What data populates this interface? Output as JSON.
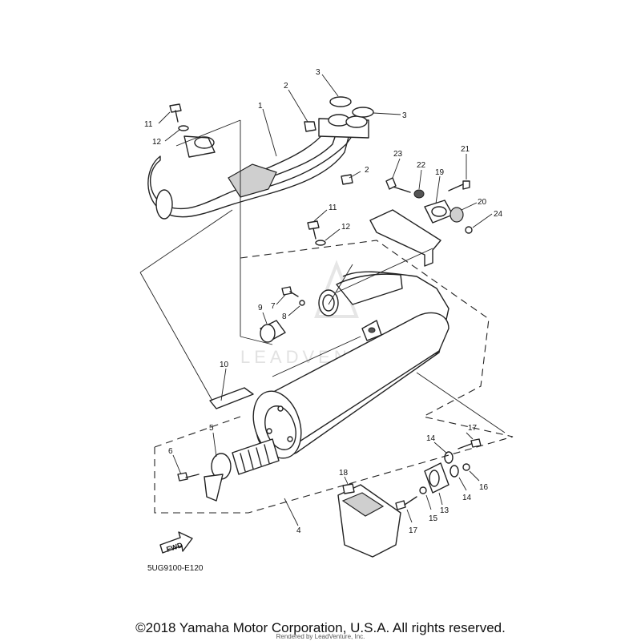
{
  "watermark": "LEADVENTURE",
  "diagram_code": "5UG9100-E120",
  "fwd_label": "FWD",
  "copyright": "©2018 Yamaha Motor Corporation, U.S.A. All rights reserved.",
  "rendered_by": "Rendered by LeadVenture, Inc.",
  "callouts": [
    "1",
    "2",
    "2",
    "3",
    "3",
    "4",
    "5",
    "6",
    "7",
    "8",
    "9",
    "10",
    "11",
    "12",
    "11",
    "12",
    "13",
    "14",
    "14",
    "15",
    "16",
    "17",
    "17",
    "18",
    "19",
    "20",
    "21",
    "22",
    "23",
    "24"
  ]
}
